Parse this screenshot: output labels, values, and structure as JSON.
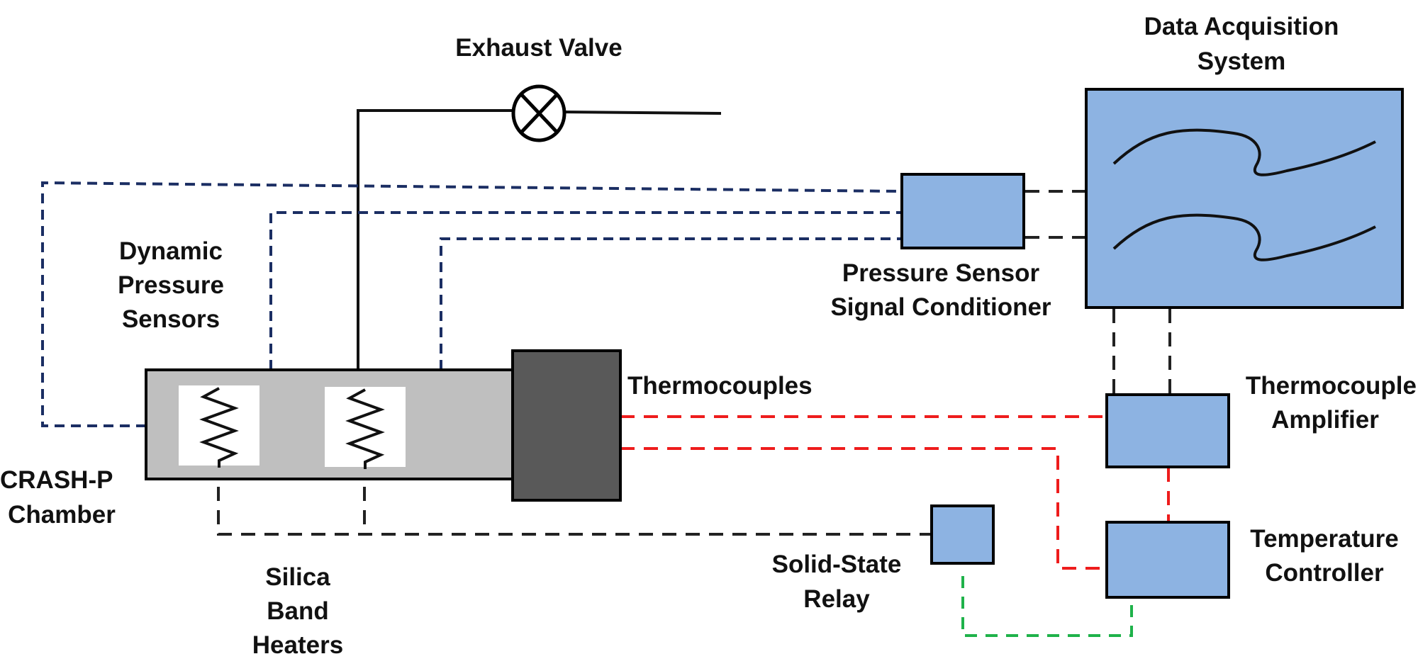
{
  "labels": {
    "exhaust_valve": "Exhaust Valve",
    "daq_line1": "Data Acquisition",
    "daq_line2": "System",
    "dps_line1": "Dynamic",
    "dps_line2": "Pressure",
    "dps_line3": "Sensors",
    "psc_line1": "Pressure Sensor",
    "psc_line2": "Signal Conditioner",
    "thermocouples": "Thermocouples",
    "tc_amp_line1": "Thermocouple",
    "tc_amp_line2": "Amplifier",
    "chamber_line1": "CRASH-P",
    "chamber_line2": "Chamber",
    "relay_line1": "Solid-State",
    "relay_line2": "Relay",
    "temp_ctrl_line1": "Temperature",
    "temp_ctrl_line2": "Controller",
    "heaters_line1": "Silica",
    "heaters_line2": "Band",
    "heaters_line3": "Heaters"
  },
  "colors": {
    "component_fill": "#8db3e2",
    "chamber_fill": "#bfbfbf",
    "flange_fill": "#595959",
    "pressure_signal": "#1b2e63",
    "data_signal": "#222222",
    "thermocouple_signal": "#ee1c1c",
    "relay_control": "#1fb24a"
  },
  "icons": {
    "valve": "valve-icon",
    "heater": "resistor-zigzag-icon",
    "waveform": "waveform-icon"
  }
}
